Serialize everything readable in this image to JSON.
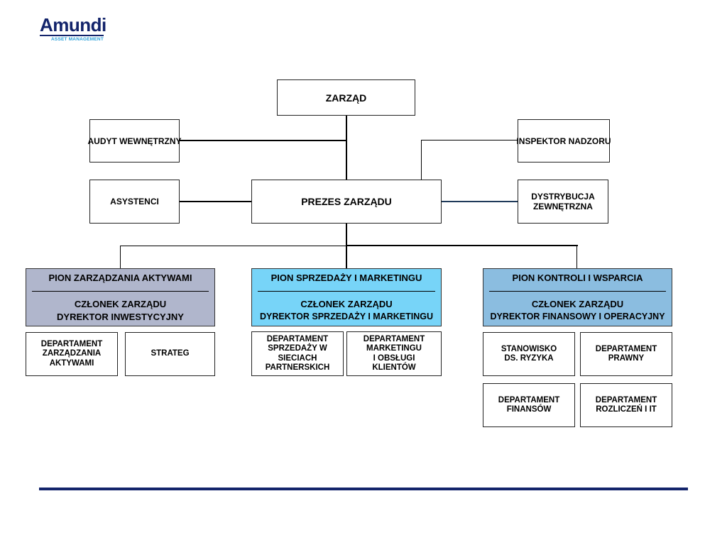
{
  "logo": {
    "word": "Amundi",
    "subtitle": "ASSET MANAGEMENT",
    "color": "#13246b",
    "accent": "#2a9fd8"
  },
  "nodes": {
    "zarzad": "ZARZĄD",
    "audyt": "AUDYT WEWNĘTRZNY",
    "inspektor": "INSPEKTOR NADZORU",
    "asystenci": "ASYSTENCI",
    "prezes": "PREZES ZARZĄDU",
    "dystrybucja": "DYSTRYBUCJA\nZEWNĘTRZNA"
  },
  "pions": [
    {
      "title": "PION ZARZĄDZANIA AKTYWAMI",
      "line1": "CZŁONEK ZARZĄDU",
      "line2": "DYREKTOR INWESTYCYJNY",
      "color": "#b0b6cc"
    },
    {
      "title": "PION SPRZEDAŻY I MARKETINGU",
      "line1": "CZŁONEK ZARZĄDU",
      "line2": "DYREKTOR SPRZEDAŻY I MARKETINGU",
      "color": "#77d4f8"
    },
    {
      "title": "PION KONTROLI I WSPARCIA",
      "line1": "CZŁONEK ZARZĄDU",
      "line2": "DYREKTOR FINANSOWY I OPERACYJNY",
      "color": "#8bbde0"
    }
  ],
  "departments": {
    "zarzadzania_aktywami": "DEPARTAMENT\nZARZĄDZANIA\nAKTYWAMI",
    "strateg": "STRATEG",
    "sprzedazy": "DEPARTAMENT\nSPRZEDAŻY W\nSIECIACH\nPARTNERSKICH",
    "marketingu": "DEPARTAMENT\nMARKETINGU\nI OBSŁUGI\nKLIENTÓW",
    "ryzyka": "STANOWISKO\nDS. RYZYKA",
    "prawny": "DEPARTAMENT\nPRAWNY",
    "finansow": "DEPARTAMENT\nFINANSÓW",
    "rozliczen": "DEPARTAMENT\nROZLICZEŃ I IT"
  }
}
